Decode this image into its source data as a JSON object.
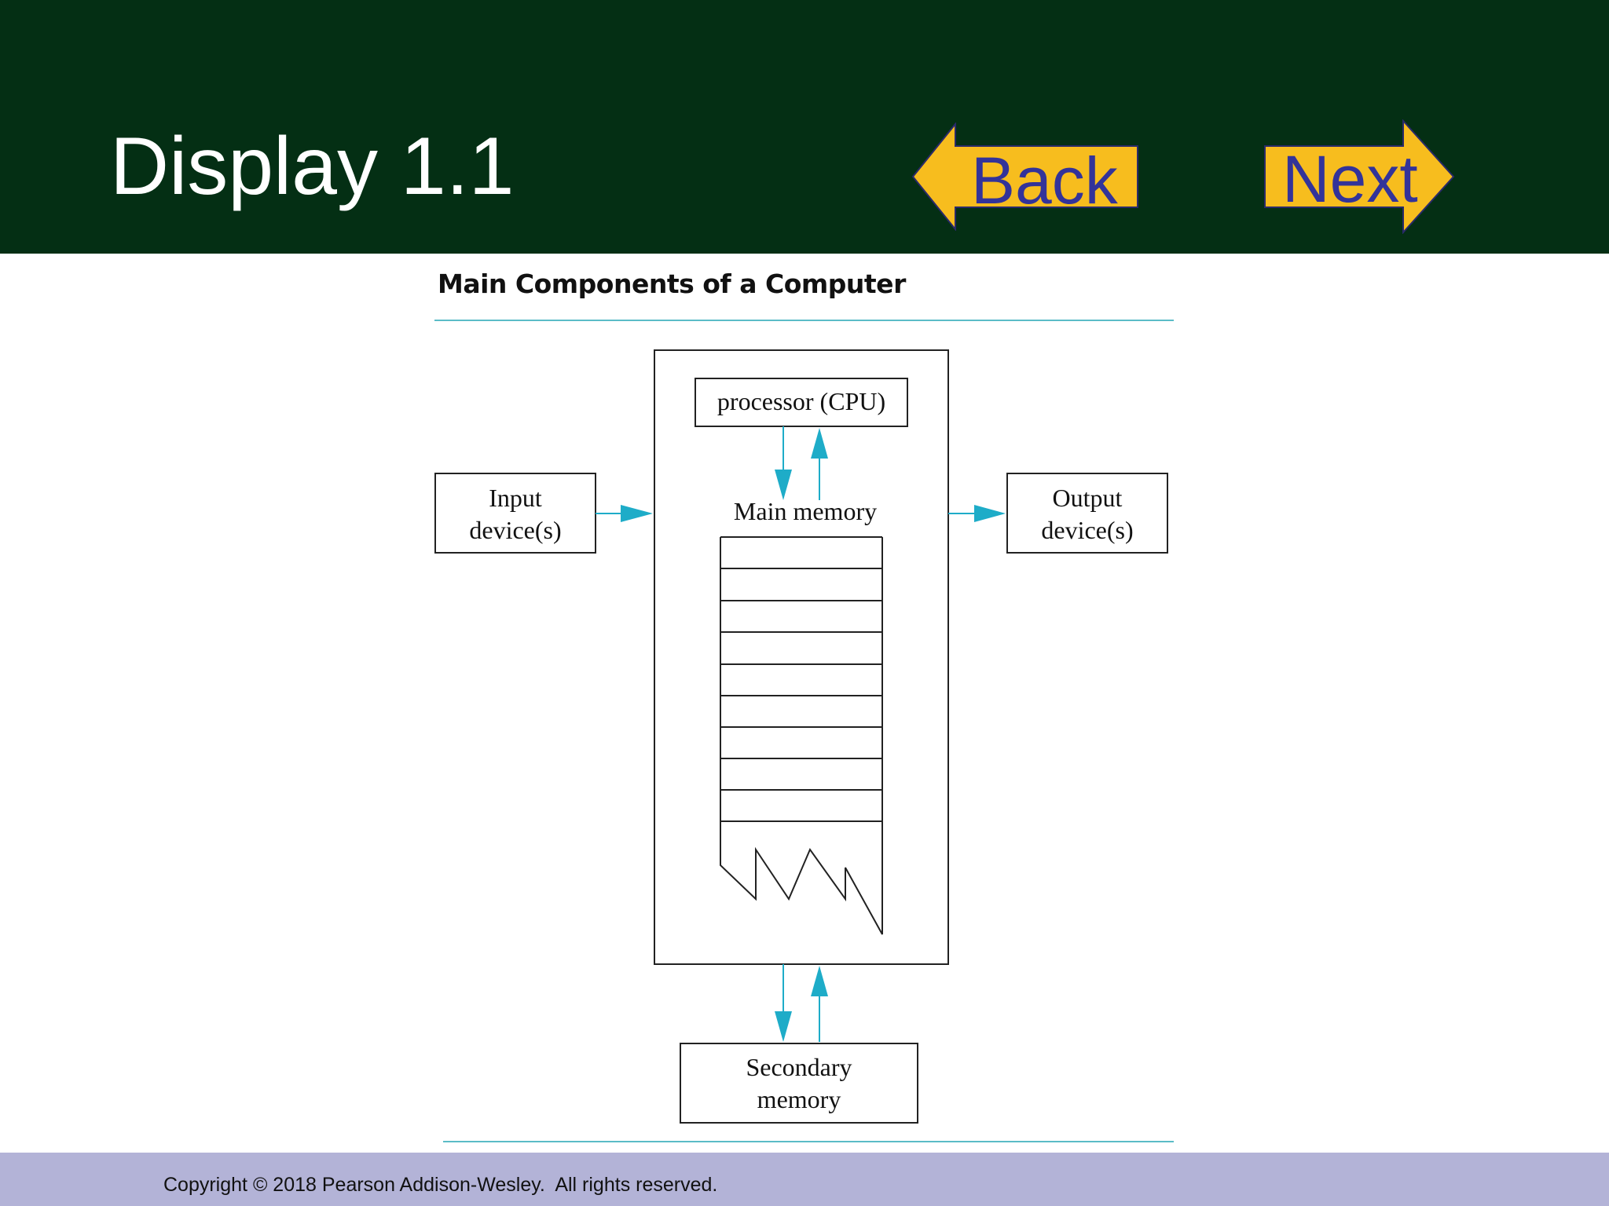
{
  "header": {
    "title": "Display 1.1",
    "back_label": "Back",
    "next_label": "Next",
    "background_color": "#042f14",
    "button_color": "#f7bd1e",
    "button_text_color": "#333399"
  },
  "figure": {
    "title": "Main Components of a Computer",
    "accent_color": "#1eacc8",
    "nodes": {
      "input": [
        "Input",
        "device(s)"
      ],
      "processor": "processor (CPU)",
      "main_memory": "Main memory",
      "output": [
        "Output",
        "device(s)"
      ],
      "secondary": [
        "Secondary",
        "memory"
      ]
    }
  },
  "footer": {
    "copyright": "Copyright © 2018 Pearson Addison-Wesley.  All rights reserved.",
    "background_color": "#b3b3d7"
  }
}
